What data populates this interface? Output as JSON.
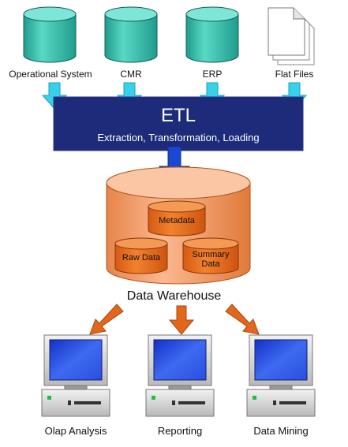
{
  "sources": [
    {
      "label": "Operational System",
      "icon": "database-icon"
    },
    {
      "label": "CMR",
      "icon": "database-icon"
    },
    {
      "label": "ERP",
      "icon": "database-icon"
    },
    {
      "label": "Flat Files",
      "icon": "document-stack-icon"
    }
  ],
  "etl": {
    "title": "ETL",
    "subtitle": "Extraction, Transformation, Loading"
  },
  "warehouse": {
    "label": "Data Warehouse",
    "components": {
      "metadata": "Metadata",
      "raw_data": "Raw Data",
      "summary_line1": "Summary",
      "summary_line2": "Data"
    }
  },
  "outputs": [
    {
      "label": "Olap Analysis",
      "icon": "computer-icon"
    },
    {
      "label": "Reporting",
      "icon": "computer-icon"
    },
    {
      "label": "Data Mining",
      "icon": "computer-icon"
    }
  ],
  "colors": {
    "source_cylinder": "#3fc2b0",
    "etl_box": "#1e2b7a",
    "inflow_arrow": "#3ad0e8",
    "down_arrow": "#1b45c8",
    "warehouse_outer": "#f4a070",
    "warehouse_inner": "#e8691e",
    "outflow_arrow": "#e06a1e",
    "monitor_screen": "#1f3fd8"
  }
}
